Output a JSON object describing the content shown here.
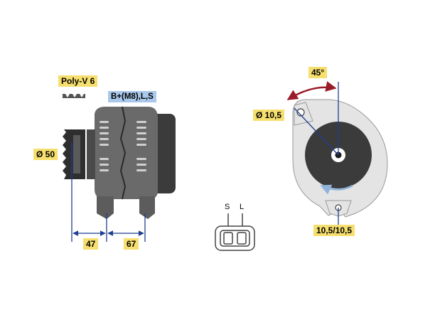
{
  "labels": {
    "belt": "Poly-V 6",
    "terminals": "B+(M8),L,S",
    "pulley_diameter": "Ø 50",
    "dim_front": "47",
    "dim_rear": "67",
    "angle": "45°",
    "hole_diameter": "Ø 10,5",
    "hole_spacing": "10,5/10,5",
    "plug_pin_s": "S",
    "plug_pin_l": "L"
  },
  "colors": {
    "label_yellow": "#f6df6e",
    "label_blue": "#a9c8ea",
    "dimension_line": "#1f3f8f",
    "angle_arrow": "#9a1c2a",
    "rotation_arrow": "#8fb4dc",
    "body_dark": "#3b3b3b",
    "body_mid": "#6a6a6a",
    "housing_light": "#e4e4e4"
  },
  "icons": [
    "belt-profile-icon",
    "connector-plug-icon",
    "rotation-arrow-icon"
  ]
}
